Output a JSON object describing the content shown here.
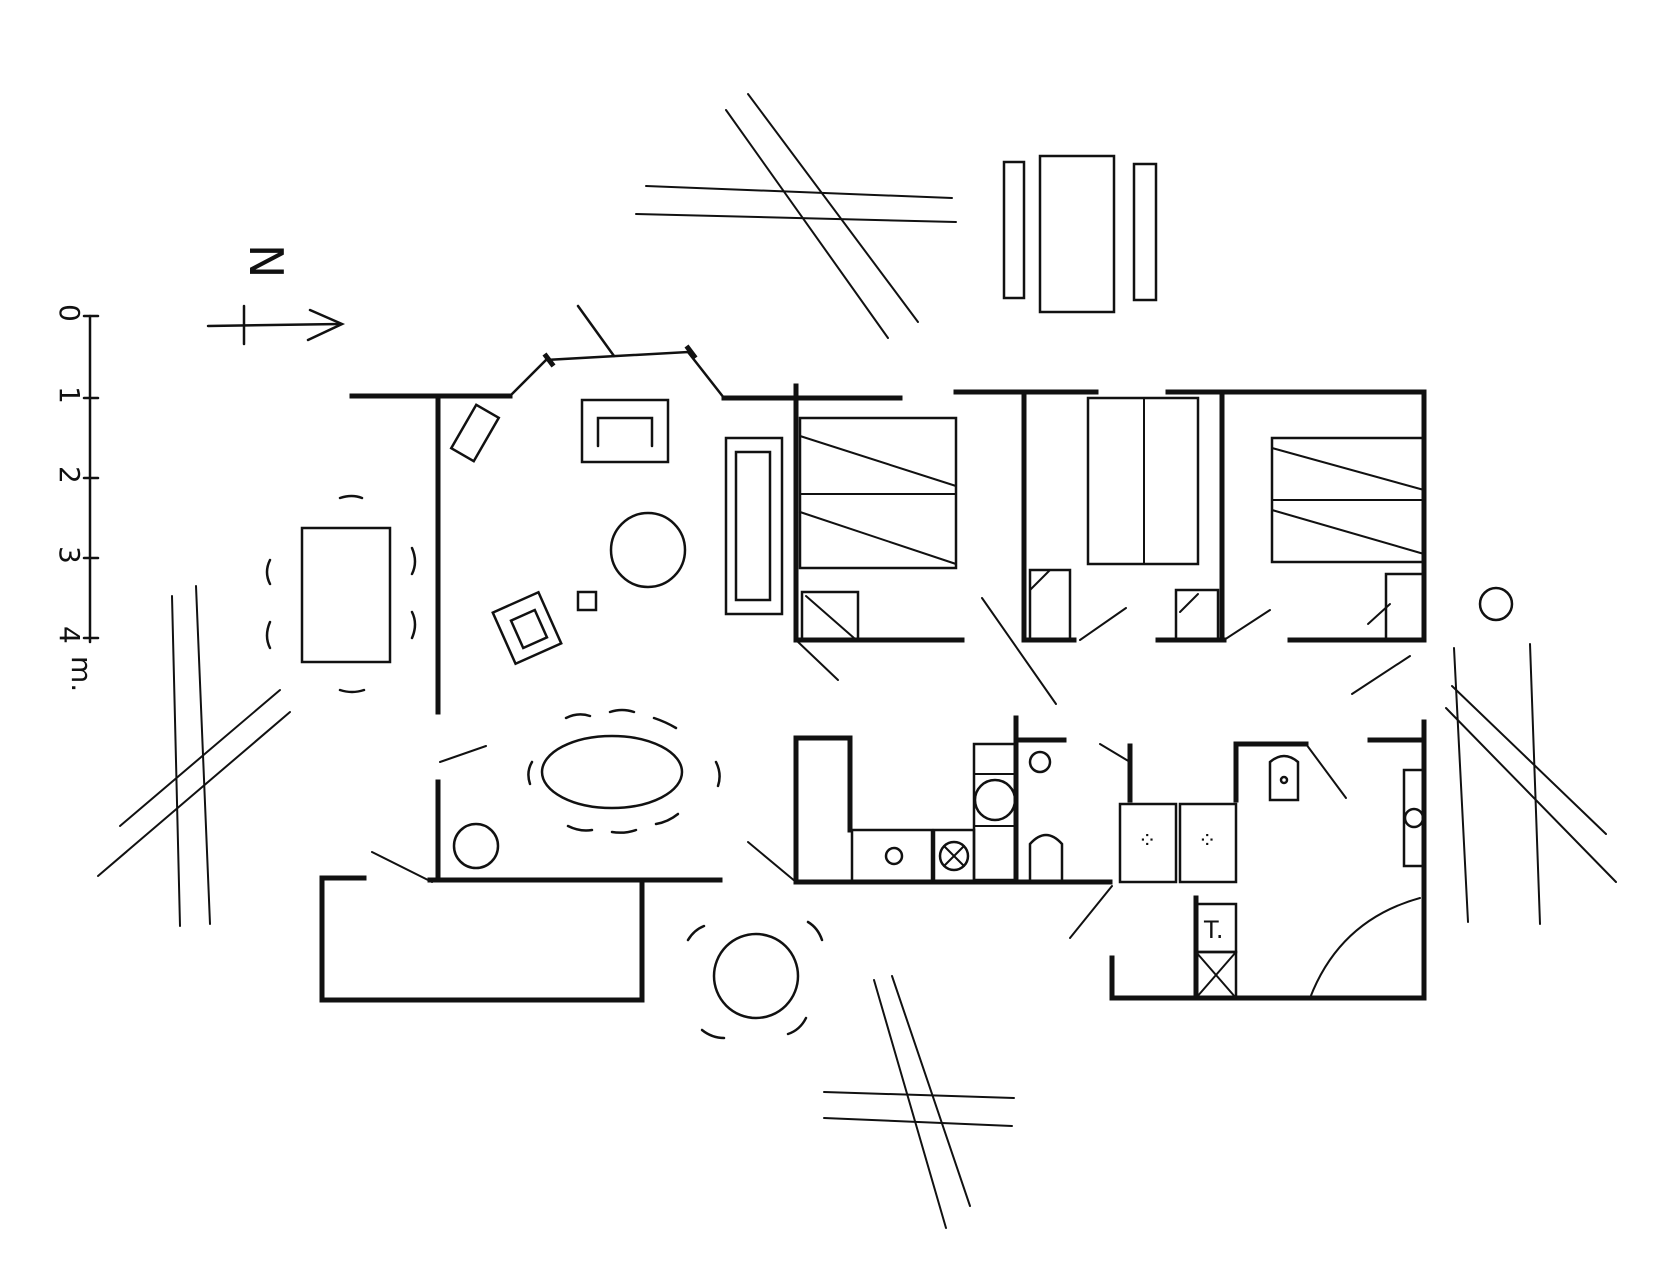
{
  "compass": {
    "label": "N"
  },
  "scale": {
    "ticks": [
      "0",
      "1",
      "2",
      "3",
      "4"
    ],
    "unit": "m."
  },
  "labels": {
    "utility_mark": "T."
  },
  "colors": {
    "ink": "#111111",
    "paper": "#ffffff"
  }
}
